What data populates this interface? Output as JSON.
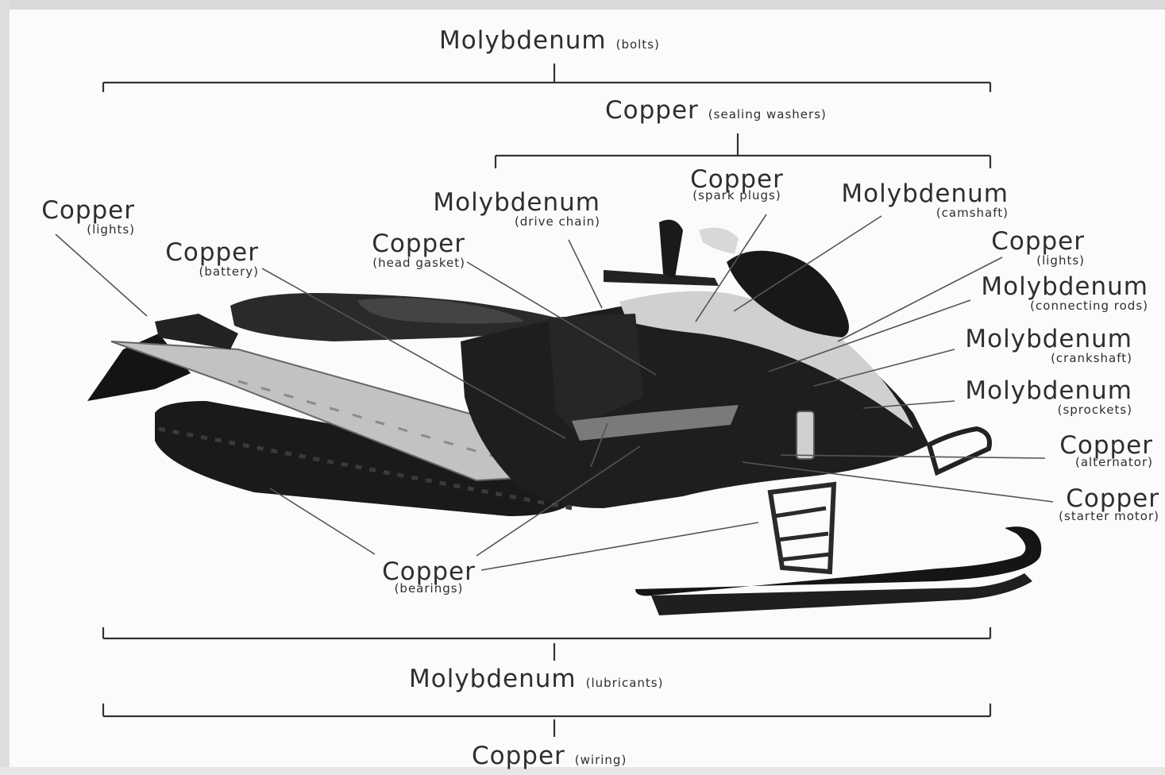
{
  "brackets": {
    "bolts": {
      "metal": "Molybdenum",
      "part": "(bolts)"
    },
    "sealing_washers": {
      "metal": "Copper",
      "part": "(sealing washers)"
    },
    "lubricants": {
      "metal": "Molybdenum",
      "part": "(lubricants)"
    },
    "wiring": {
      "metal": "Copper",
      "part": "(wiring)"
    }
  },
  "callouts": {
    "lights_rear": {
      "metal": "Copper",
      "part": "(lights)"
    },
    "battery": {
      "metal": "Copper",
      "part": "(battery)"
    },
    "head_gasket": {
      "metal": "Copper",
      "part": "(head gasket)"
    },
    "drive_chain": {
      "metal": "Molybdenum",
      "part": "(drive chain)"
    },
    "spark_plugs": {
      "metal": "Copper",
      "part": "(spark plugs)"
    },
    "camshaft": {
      "metal": "Molybdenum",
      "part": "(camshaft)"
    },
    "lights_front": {
      "metal": "Copper",
      "part": "(lights)"
    },
    "connecting_rods": {
      "metal": "Molybdenum",
      "part": "(connecting rods)"
    },
    "crankshaft": {
      "metal": "Molybdenum",
      "part": "(crankshaft)"
    },
    "sprockets": {
      "metal": "Molybdenum",
      "part": "(sprockets)"
    },
    "alternator": {
      "metal": "Copper",
      "part": "(alternator)"
    },
    "starter_motor": {
      "metal": "Copper",
      "part": "(starter motor)"
    },
    "bearings": {
      "metal": "Copper",
      "part": "(bearings)"
    }
  },
  "colors": {
    "text": "#2e2e2e",
    "leader_line": "#555555",
    "bracket_line": "#333333",
    "snowmobile_dark": "#1c1c1c",
    "snowmobile_panel": "#b8b8b8"
  }
}
